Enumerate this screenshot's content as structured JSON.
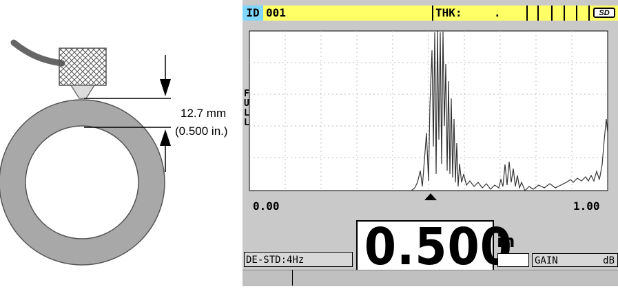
{
  "diagram": {
    "dimension_mm": "12.7 mm",
    "dimension_in": "(0.500 in.)",
    "colors": {
      "ring": "#a8a8a8",
      "ring_edge": "#555555"
    }
  },
  "screen": {
    "top_bar": {
      "id_label": "ID",
      "id_value": "001",
      "thk_label": "THK:",
      "thk_value": ".",
      "sd_label": "SD",
      "colors": {
        "bar": "#ffff66",
        "id_tag": "#7fd7ff"
      }
    },
    "waveform": {
      "side_label": [
        "F",
        "U",
        "L",
        "L"
      ],
      "range_start": "0.00",
      "range_end": "1.00",
      "marker_icon": "triangle-up-icon"
    },
    "reading": {
      "value": "0.500",
      "unit": "in"
    },
    "mode_label": "DE-STD:4Hz",
    "gain_label": "GAIN",
    "gain_unit": "dB"
  }
}
